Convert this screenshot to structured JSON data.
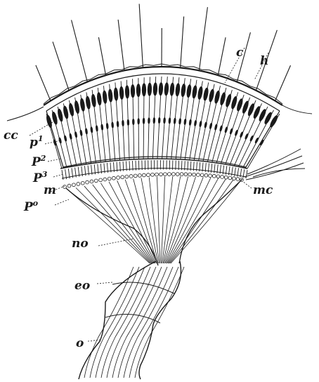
{
  "figure": {
    "ink_color": "#1a1a1a",
    "paper_color": "#ffffff",
    "labels": {
      "c": "c",
      "h": "h",
      "cc": "cc",
      "p1": {
        "base": "p",
        "sup": "1"
      },
      "p2": {
        "base": "P",
        "sup": "2"
      },
      "p3": {
        "base": "P",
        "sup": "3"
      },
      "m": "m",
      "p0": {
        "base": "P",
        "sup": "o"
      },
      "mc": "mc",
      "no": "no",
      "eo": "eo",
      "o": "o"
    }
  }
}
